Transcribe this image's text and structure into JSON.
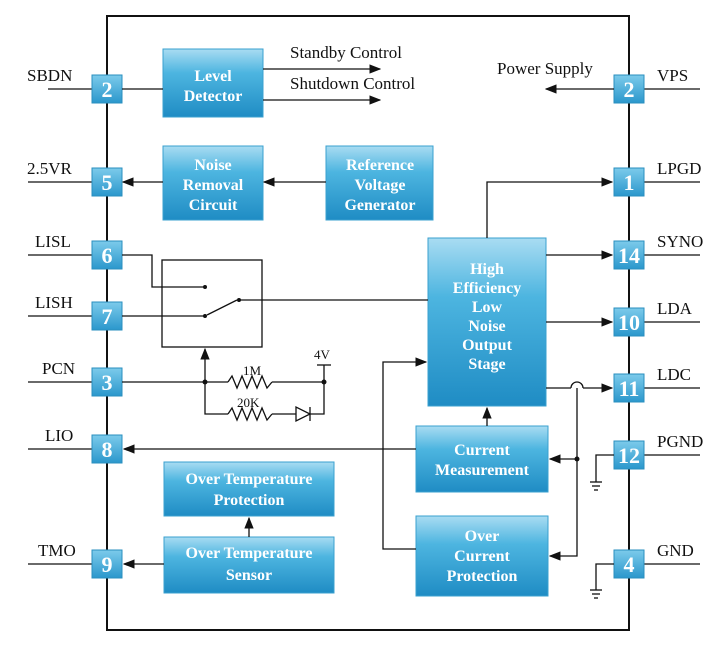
{
  "pins_left": [
    {
      "name": "SBDN",
      "num": "2"
    },
    {
      "name": "2.5VR",
      "num": "5"
    },
    {
      "name": "LISL",
      "num": "6"
    },
    {
      "name": "LISH",
      "num": "7"
    },
    {
      "name": "PCN",
      "num": "3"
    },
    {
      "name": "LIO",
      "num": "8"
    },
    {
      "name": "TMO",
      "num": "9"
    }
  ],
  "pins_right": [
    {
      "name": "VPS",
      "num": "2"
    },
    {
      "name": "LPGD",
      "num": "1"
    },
    {
      "name": "SYNO",
      "num": "14"
    },
    {
      "name": "LDA",
      "num": "10"
    },
    {
      "name": "LDC",
      "num": "11"
    },
    {
      "name": "PGND",
      "num": "12"
    },
    {
      "name": "GND",
      "num": "4"
    }
  ],
  "blocks": {
    "level_detector": [
      "Level",
      "Detector"
    ],
    "noise_removal": [
      "Noise",
      "Removal",
      "Circuit"
    ],
    "reference": [
      "Reference",
      "Voltage",
      "Generator"
    ],
    "output_stage": [
      "High",
      "Efficiency",
      "Low",
      "Noise",
      "Output",
      "Stage"
    ],
    "current_measurement": [
      "Current",
      "Measurement"
    ],
    "over_current": [
      "Over",
      "Current",
      "Protection"
    ],
    "ot_protection": [
      "Over Temperature",
      "Protection"
    ],
    "ot_sensor": [
      "Over Temperature",
      "Sensor"
    ]
  },
  "labels": {
    "standby": "Standby Control",
    "shutdown": "Shutdown Control",
    "power_supply": "Power Supply",
    "r1": "1M",
    "r2": "20K",
    "v4": "4V"
  }
}
